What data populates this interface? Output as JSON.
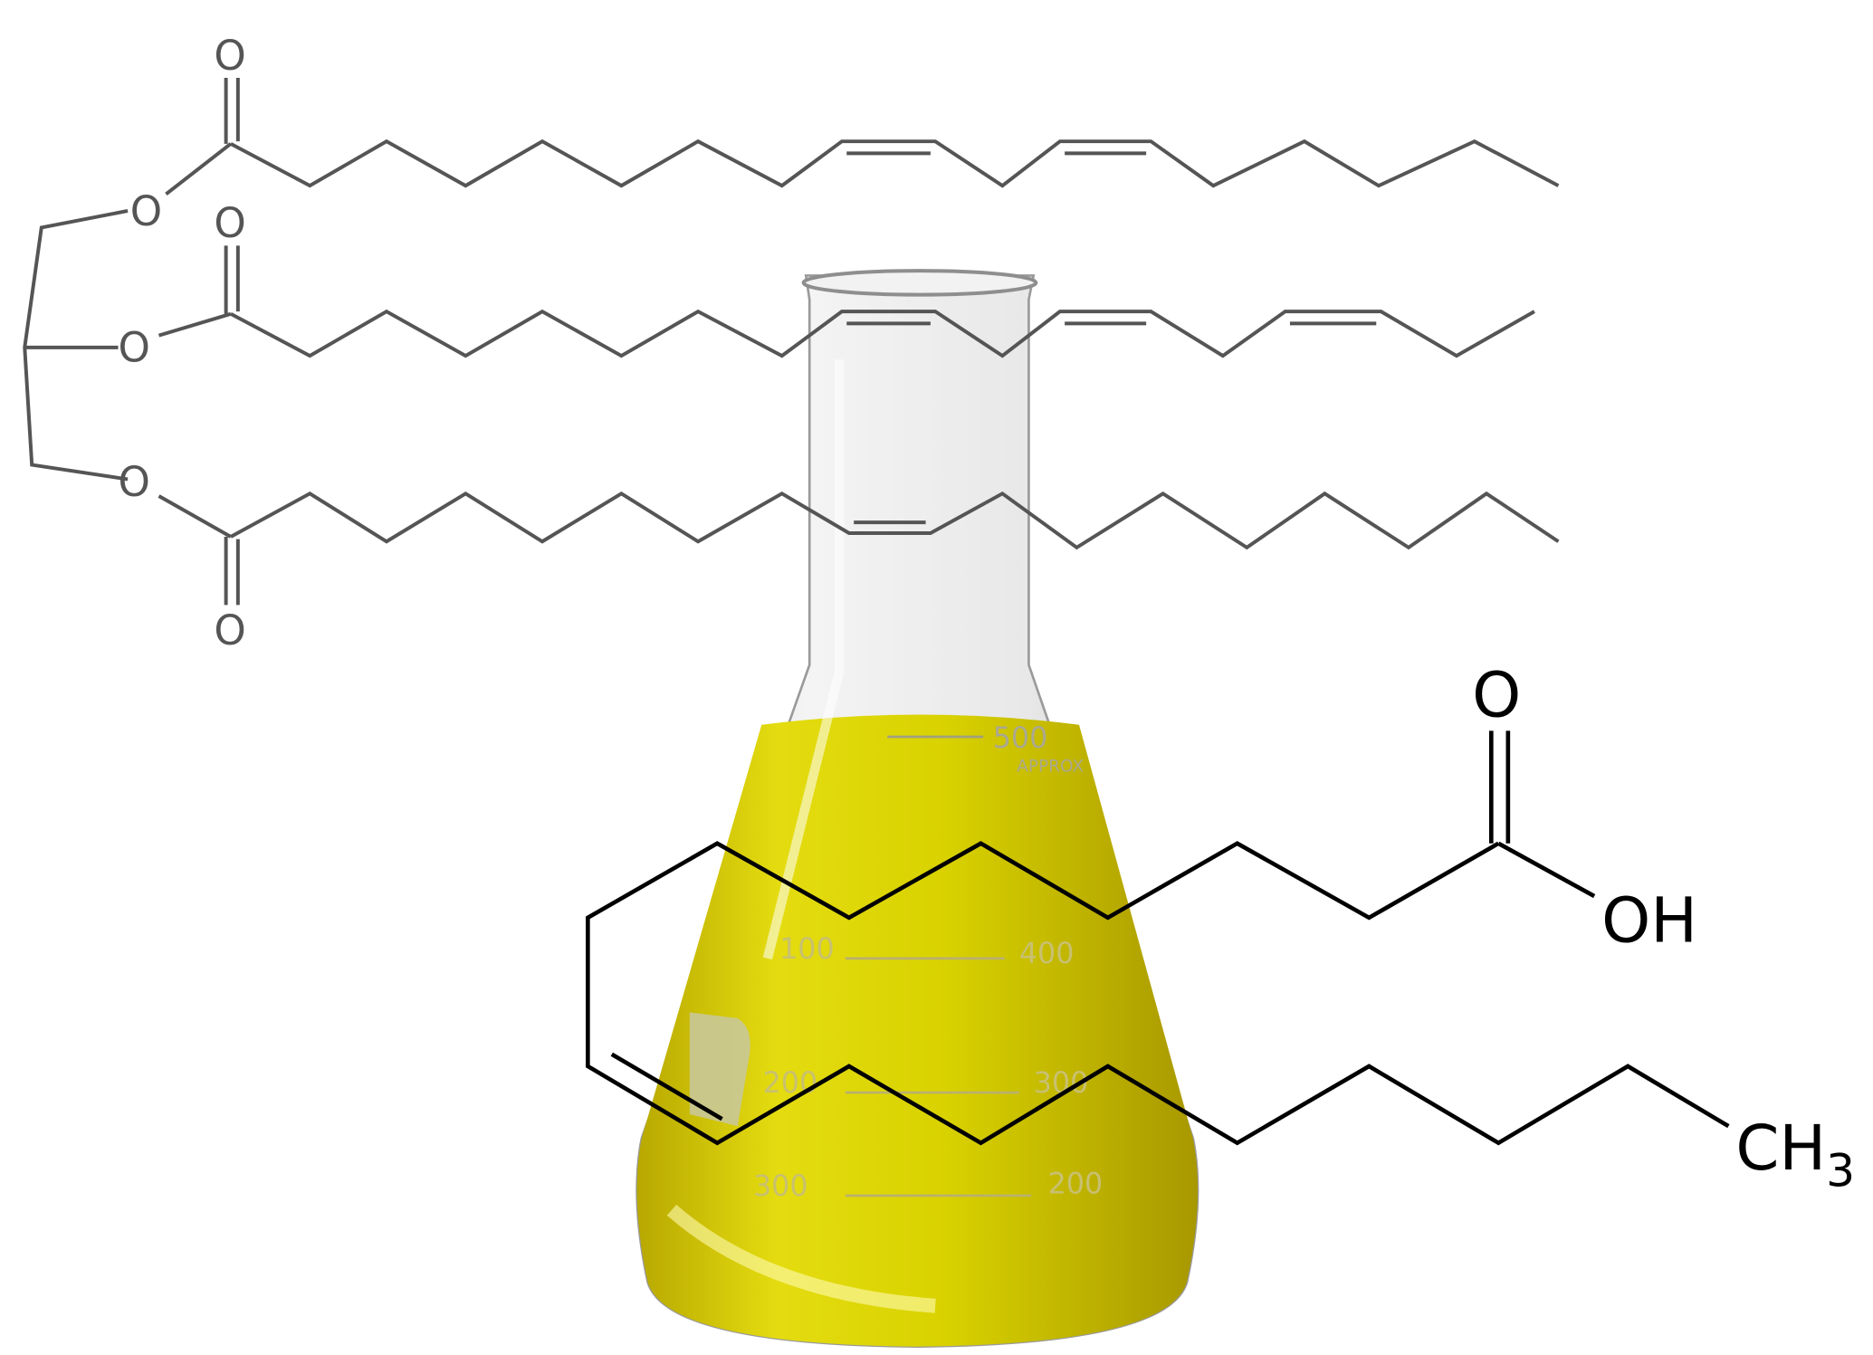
{
  "triglyceride": {
    "ester_oxygen_label": "O",
    "carbonyl_oxygen_label": "O",
    "line_color": "#555555"
  },
  "flask": {
    "graduations": {
      "right": [
        "500",
        "400",
        "300",
        "200"
      ],
      "left": [
        "100",
        "200",
        "300"
      ]
    },
    "approx_label": "APPROX",
    "liquid_color": "#d8d000",
    "glass_color": "#e6e6e6",
    "icon": "erlenmeyer-flask"
  },
  "fatty_acid": {
    "carbonyl_oxygen_label": "O",
    "hydroxyl_label": "OH",
    "methyl_label": "CH",
    "methyl_subscript": "3",
    "line_color": "#000000"
  }
}
